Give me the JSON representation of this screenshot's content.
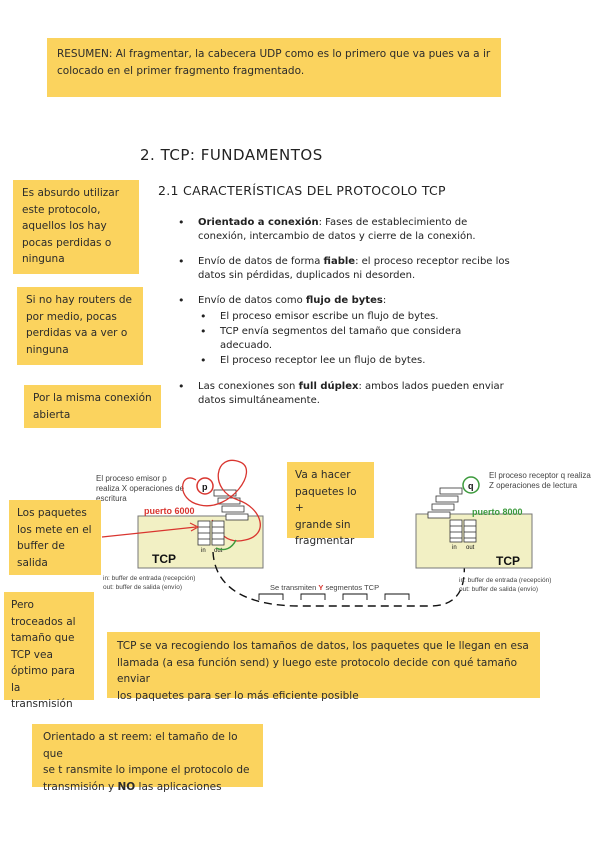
{
  "summary_note": {
    "lines": [
      "RESUMEN: Al fragmentar, la cabecera UDP como es lo primero que va pues va a ir",
      "colocado en el primer fragmento fragmentado."
    ]
  },
  "section_title": "2. TCP: FUNDAMENTOS",
  "subsection_title": "2.1 CARACTERÍSTICAS DEL PROTOCOLO TCP",
  "side_notes": {
    "absurd": [
      "Es absurdo utilizar",
      "este protocolo,",
      "aquellos los hay",
      "pocas perdidas o",
      "ninguna"
    ],
    "routers": [
      "Si no hay routers de",
      "por medio, pocas",
      "perdidas va a ver o",
      "ninguna"
    ],
    "same_connection": [
      "Por la misma conexión",
      "abierta"
    ],
    "packets_buffer": [
      "Los paquetes",
      "los mete en el",
      "buffer de",
      "salida"
    ],
    "fragmented": [
      "Pero",
      "troceados al",
      "tamaño que",
      "TCP vea",
      "óptimo para la",
      "transmisión"
    ],
    "bigger_packets": [
      "Va a hacer",
      "paquetes lo +",
      "grande sin",
      "fragmentar"
    ]
  },
  "bullets": {
    "b1_bold": "Orientado a conexión",
    "b1_text": ": Fases de establecimiento de conexión, intercambio de datos y cierre de la conexión.",
    "b2_pre": "Envío de datos de forma ",
    "b2_bold": "fiable",
    "b2_text": ": el proceso receptor recibe los datos sin pérdidas, duplicados ni desorden.",
    "b3_pre": "Envío de datos como ",
    "b3_bold": "flujo de bytes",
    "b3_text": ":",
    "b3_subs": [
      "El proceso emisor escribe un flujo de bytes.",
      "TCP envía segmentos del tamaño que considera adecuado.",
      "El proceso receptor lee un flujo de bytes."
    ],
    "b4_pre": "Las conexiones son ",
    "b4_bold": "full dúplex",
    "b4_text": ": ambos lados pueden enviar datos simultáneamente."
  },
  "diagram": {
    "left_caption": [
      "El proceso emisor p",
      "realiza X operaciones de",
      "escritura"
    ],
    "left_x": "X",
    "proc_p": "p",
    "port_left": "puerto 6000",
    "tcp_left": "TCP",
    "in_label": "in",
    "out_label": "out",
    "buffer_legend": [
      "in: buffer de entrada (recepción)",
      "out: buffer de salida (envío)"
    ],
    "segments_pre": "Se transmiten ",
    "segments_y": "Y",
    "segments_post": " segmentos TCP",
    "right_caption": [
      "El proceso receptor q realiza",
      "Z operaciones de lectura"
    ],
    "proc_q": "q",
    "port_right": "puerto 8000",
    "tcp_right": "TCP"
  },
  "tcp_note": [
    "TCP se va recogiendo los tamaños de datos, los paquetes que le llegan en esa",
    "llamada (a esa función send) y luego este protocolo decide con qué tamaño enviar",
    "los paquetes para ser lo más eficiente posible"
  ],
  "stream_note": {
    "line1": "Orientado a st reem: el tamaño de lo que",
    "line2": "se t ransmite lo impone el protocolo de",
    "line3_pre": "transmisión y ",
    "line3_bold": "NO",
    "line3_post": " las aplicaciones"
  },
  "colors": {
    "note": "#fbd35e",
    "tcp_box": "#f2f0c4",
    "port_green": "#3c9a3c",
    "port_red": "#d9352f"
  }
}
